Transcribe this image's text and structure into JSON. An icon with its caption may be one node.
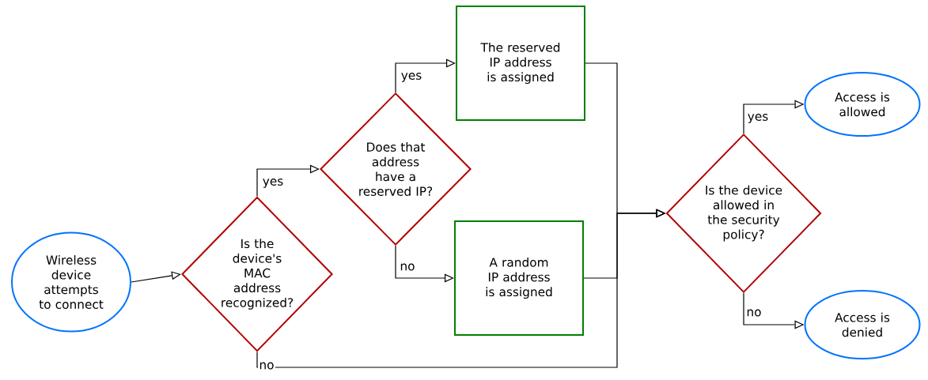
{
  "diagram": {
    "nodes": [
      {
        "text": [
          "Wireless device attempts to connect"
        ]
      },
      {
        "text": [
          "Is the device's MAC address recognized?"
        ]
      },
      {
        "text": [
          "Does that address have a reserved IP?"
        ]
      },
      {
        "text": [
          "The reserved IP address is assigned"
        ]
      },
      {
        "text": [
          "A random IP address is assigned"
        ]
      },
      {
        "text": [
          "Is the device allowed in the security policy?"
        ]
      },
      {
        "text": [
          "Access is allowed"
        ]
      },
      {
        "text": [
          "Access is denied"
        ]
      }
    ],
    "edges": [
      {
        "from": 0,
        "to": 1,
        "arrow": "to"
      },
      {
        "from": 1,
        "to": 2,
        "arrow": "to",
        "label": "yes"
      },
      {
        "from": 2,
        "to": 3,
        "arrow": "to",
        "label": "yes"
      },
      {
        "from": 2,
        "to": 4,
        "arrow": "to",
        "label": "no"
      },
      {
        "from": 3,
        "to": 5,
        "arrow": "to"
      },
      {
        "from": 4,
        "to": 5,
        "arrow": "to"
      },
      {
        "from": 1,
        "to": 5,
        "arrow": "to",
        "label": "no"
      },
      {
        "from": 5,
        "to": 6,
        "arrow": "to",
        "label": "yes"
      },
      {
        "from": 5,
        "to": 7,
        "arrow": "to",
        "label": "no"
      }
    ]
  }
}
